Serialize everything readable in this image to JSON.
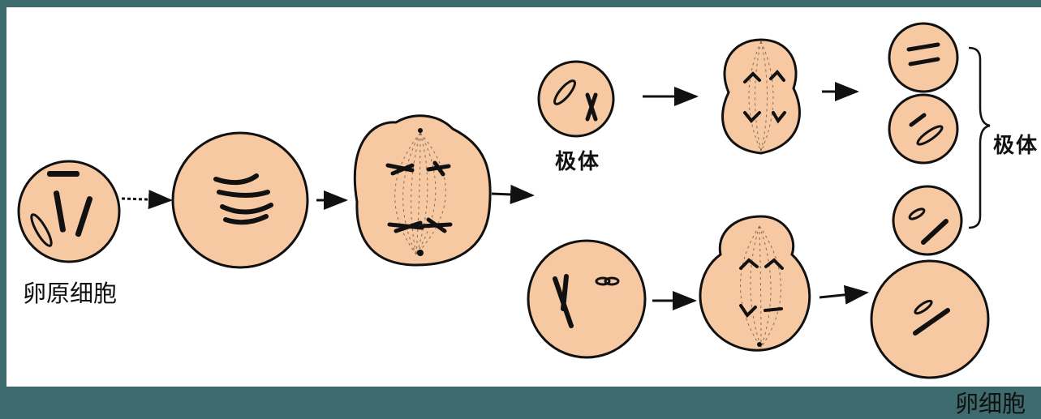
{
  "labels": {
    "oogonium": "卵原细胞",
    "polar_body_small": "极体",
    "polar_bodies_group": "极体",
    "egg": "卵细胞"
  },
  "colors": {
    "background_frame": "#3d6b6e",
    "panel": "#ffffff",
    "cell_fill": "#f6c9a3",
    "outline": "#111111"
  }
}
